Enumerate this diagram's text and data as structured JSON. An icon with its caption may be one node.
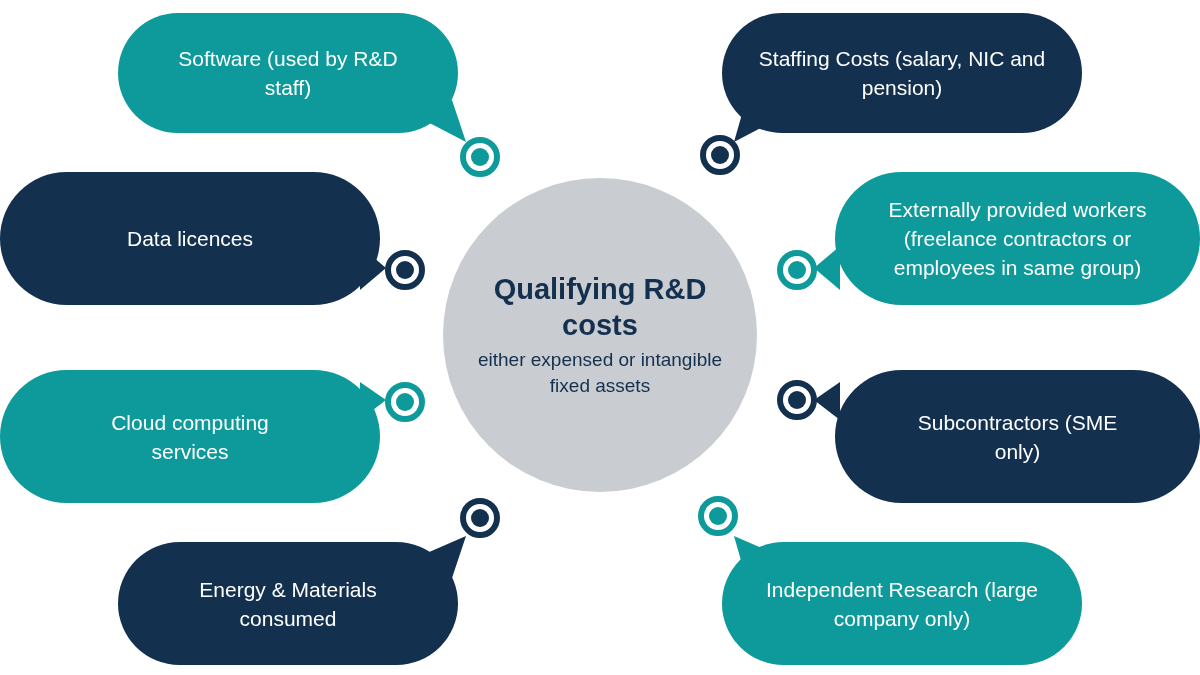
{
  "diagram": {
    "nodes": [
      {
        "text": [
          "Qualifying R&D costs",
          "either expensed or intangible fixed assets"
        ]
      },
      {
        "text": [
          "Software (used by R&D staff)"
        ]
      },
      {
        "text": [
          "Staffing Costs (salary, NIC and pension)"
        ]
      },
      {
        "text": [
          "Data licences"
        ]
      },
      {
        "text": [
          "Externally provided workers (freelance contractors or employees in same group)"
        ]
      },
      {
        "text": [
          "Cloud computing services"
        ]
      },
      {
        "text": [
          "Subcontractors (SME only)"
        ]
      },
      {
        "text": [
          "Energy & Materials consumed"
        ]
      },
      {
        "text": [
          "Independent Research (large company only)"
        ]
      }
    ],
    "edges": []
  }
}
